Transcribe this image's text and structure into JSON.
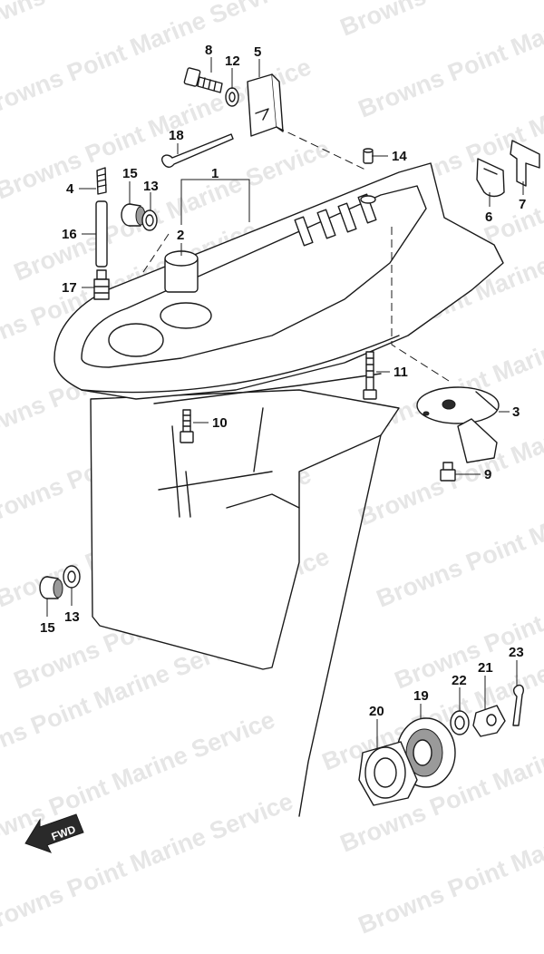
{
  "watermark": {
    "text": "Browns Point Marine Service"
  },
  "fwd_label": "FWD",
  "callouts": [
    {
      "id": "c8",
      "label": "8"
    },
    {
      "id": "c12",
      "label": "12"
    },
    {
      "id": "c5",
      "label": "5"
    },
    {
      "id": "c18",
      "label": "18"
    },
    {
      "id": "c14",
      "label": "14"
    },
    {
      "id": "c1",
      "label": "1"
    },
    {
      "id": "c4",
      "label": "4"
    },
    {
      "id": "c15a",
      "label": "15"
    },
    {
      "id": "c13a",
      "label": "13"
    },
    {
      "id": "c16",
      "label": "16"
    },
    {
      "id": "c2",
      "label": "2"
    },
    {
      "id": "c17",
      "label": "17"
    },
    {
      "id": "c6",
      "label": "6"
    },
    {
      "id": "c7",
      "label": "7"
    },
    {
      "id": "c11",
      "label": "11"
    },
    {
      "id": "c3",
      "label": "3"
    },
    {
      "id": "c10",
      "label": "10"
    },
    {
      "id": "c9",
      "label": "9"
    },
    {
      "id": "c15b",
      "label": "15"
    },
    {
      "id": "c13b",
      "label": "13"
    },
    {
      "id": "c23",
      "label": "23"
    },
    {
      "id": "c22",
      "label": "22"
    },
    {
      "id": "c21",
      "label": "21"
    },
    {
      "id": "c19",
      "label": "19"
    },
    {
      "id": "c20",
      "label": "20"
    }
  ]
}
